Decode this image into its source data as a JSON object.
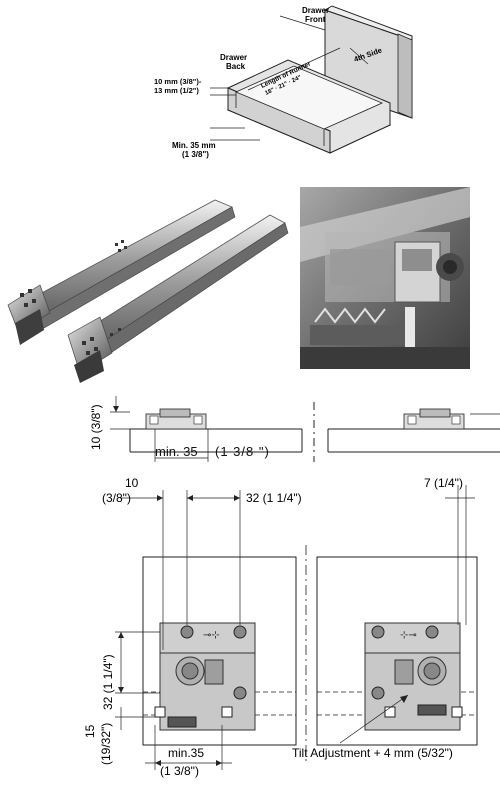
{
  "top_diagram": {
    "drawer_front": [
      "Drawer",
      "Front"
    ],
    "drawer_back": [
      "Drawer",
      "Back"
    ],
    "fourth_side": "4th Side",
    "length_of_runner": [
      "Length of Runner",
      "18\" · 21\" · 24\""
    ],
    "side_thickness": [
      "10 mm (3/8\")-",
      "13 mm (1/2\")"
    ],
    "min_height": [
      "Min. 35 mm",
      "(1 3/8\")"
    ]
  },
  "section_view": {
    "height_label": "10 (3/8\")",
    "min_label": "min. 35",
    "min_inch": "(1  3/8 \")"
  },
  "front_view": {
    "left_spacing": [
      "10",
      "(3/8\")"
    ],
    "hole_spacing": "32 (1 1/4\")",
    "right_spacing": "7 (1/4\")",
    "vertical_32": "32 (1 1/4\")",
    "height_15": [
      "15",
      "(19/32\")"
    ],
    "min_bottom": [
      "min.35",
      "(1 3/8\")"
    ],
    "tilt_adjustment": "Tilt Adjustment + 4 mm (5/32\")"
  }
}
